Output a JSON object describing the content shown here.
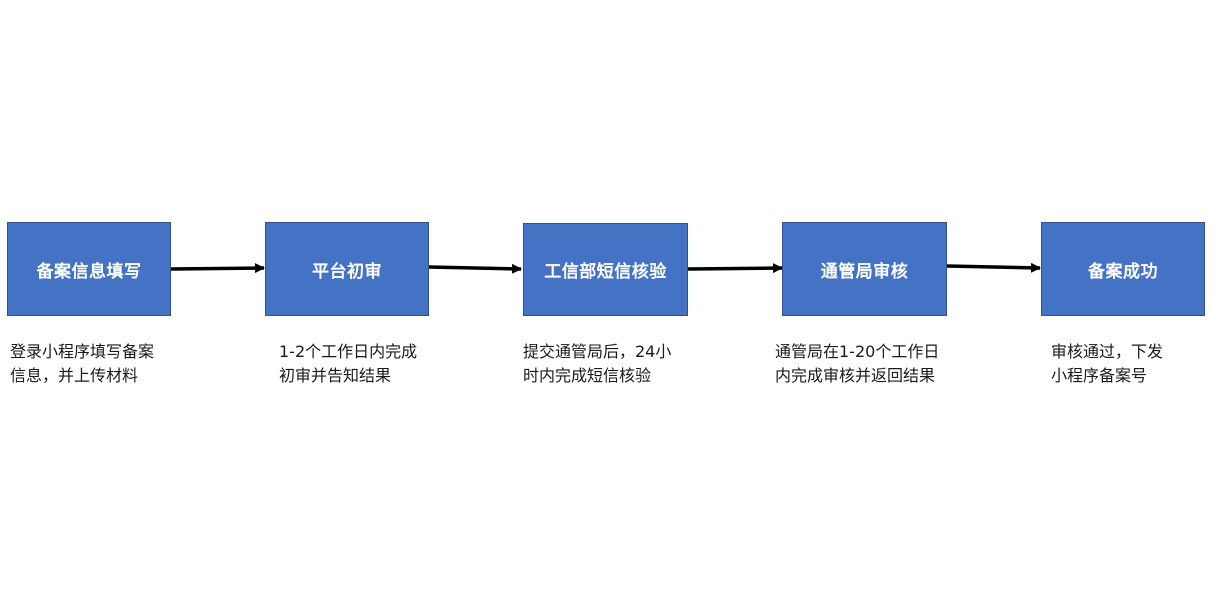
{
  "diagram": {
    "steps": [
      {
        "title": "备案信息填写",
        "description": "登录小程序填写备案\n信息，并上传材料"
      },
      {
        "title": "平台初审",
        "description": "1-2个工作日内完成\n初审并告知结果"
      },
      {
        "title": "工信部短信核验",
        "description": "提交通管局后，24小\n时内完成短信核验"
      },
      {
        "title": "通管局审核",
        "description": "通管局在1-20个工作日\n内完成审核并返回结果"
      },
      {
        "title": "备案成功",
        "description": "审核通过，下发\n小程序备案号"
      }
    ],
    "colors": {
      "box_fill": "#4472c4",
      "box_border": "#2f528f",
      "box_text": "#ffffff",
      "arrow": "#000000",
      "description_text": "#1a1a1a"
    }
  }
}
